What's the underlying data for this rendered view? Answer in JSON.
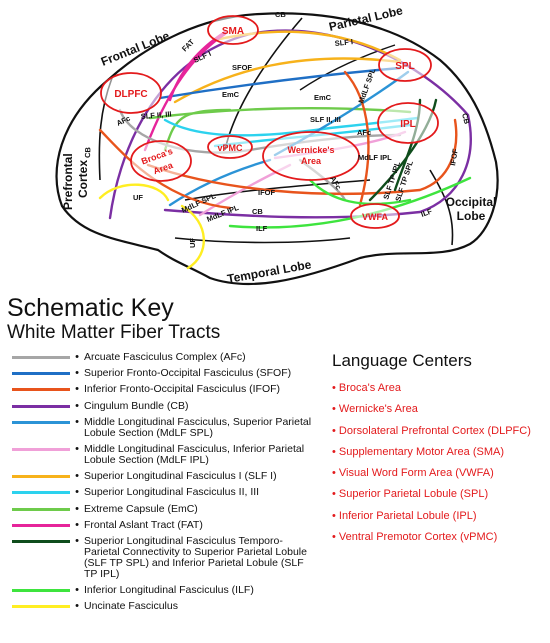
{
  "diagram": {
    "lobes": {
      "frontal": "Frontal Lobe",
      "parietal": "Parietal Lobe",
      "prefrontal": [
        "Prefrontal",
        "Cortex"
      ],
      "occipital": [
        "Occipital",
        "Lobe"
      ],
      "temporal": "Temporal Lobe"
    },
    "regions": {
      "sma": "SMA",
      "dlpfc": "DLPFC",
      "spl": "SPL",
      "ipl": "IPL",
      "vpmc": "vPMC",
      "broca": [
        "Broca's",
        "Area"
      ],
      "wernicke": [
        "Wernicke's",
        "Area"
      ],
      "vwfa": "VWFA"
    },
    "tract_labels": {
      "cb_top": "CB",
      "cb_left": "CB",
      "cb_right": "CB",
      "cb_bottom": "CB",
      "fat": "FAT",
      "slf1_a": "SLF I",
      "slf1_b": "SLF I",
      "sfof": "SFOF",
      "emc_a": "EmC",
      "emc_b": "EmC",
      "mdlf_spl": "MdLF SPL",
      "mdlf_spl_b": "MdLF SPL",
      "slf23_a": "SLF II, III",
      "slf23_b": "SLF II, III",
      "afc_a": "AFc",
      "afc_b": "AFc",
      "afc_c": "AFc",
      "mdlf_ipl": "MdLF IPL",
      "mdlf_ipl_b": "MdLF IPL",
      "ifof_a": "IFOF",
      "ifof_b": "IFOF",
      "slf_tp_ipl": "SLF TP IPL",
      "slf_tp_spl": "SLF TP SPL",
      "uf_a": "UF",
      "uf_b": "UF",
      "ilf_a": "ILF",
      "ilf_b": "ILF"
    }
  },
  "key": {
    "title": "Schematic Key",
    "subtitle": "White Matter Fiber Tracts",
    "bullet": "•",
    "items": [
      {
        "label": "Arcuate Fasciculus Complex (AFc)",
        "color": "#a6a6a6"
      },
      {
        "label": "Superior Fronto-Occipital Fasciculus (SFOF)",
        "color": "#1f6fc5"
      },
      {
        "label": "Inferior Fronto-Occipital Fasciculus (IFOF)",
        "color": "#e8541c"
      },
      {
        "label": "Cingulum Bundle (CB)",
        "color": "#7b2fa3"
      },
      {
        "label": "Middle Longitudinal Fasciculus, Superior Parietal Lobule Section (MdLF SPL)",
        "color": "#2b93d6"
      },
      {
        "label": "Middle Longitudinal Fasciculus, Inferior Parietal Lobule Section (MdLF IPL)",
        "color": "#f0a0d8"
      },
      {
        "label": "Superior Longitudinal Fasciculus I (SLF I)",
        "color": "#f7b21b"
      },
      {
        "label": "Superior Longitudinal Fasciculus II, III",
        "color": "#2cd2ee"
      },
      {
        "label": "Extreme Capsule (EmC)",
        "color": "#6ecb4b"
      },
      {
        "label": "Frontal Aslant Tract (FAT)",
        "color": "#e6249a"
      },
      {
        "label": "Superior Longitudinal Fasciculus Temporo-Parietal Connectivity to Superior Parietal Lobule (SLF TP SPL) and Inferior Parietal Lobule (SLF TP IPL)",
        "color": "#0f4d1c"
      },
      {
        "label": "Inferior Longitudinal Fasciculus (ILF)",
        "color": "#3ee43e"
      },
      {
        "label": "Uncinate Fasciculus",
        "color": "#ffee22"
      }
    ]
  },
  "language_centers": {
    "title": "Language Centers",
    "bullet": "•",
    "items": [
      "Broca's Area",
      "Wernicke's Area",
      "Dorsolateral Prefrontal Cortex (DLPFC)",
      "Supplementary Motor Area (SMA)",
      "Visual Word Form Area (VWFA)",
      "Superior Parietal Lobule (SPL)",
      "Inferior Parietal Lobule (IPL)",
      "Ventral Premotor Cortex (vPMC)"
    ]
  },
  "colors": {
    "region_outline": "#e31a1c",
    "region_text": "#e31a1c",
    "lobe_outline": "#111111"
  }
}
